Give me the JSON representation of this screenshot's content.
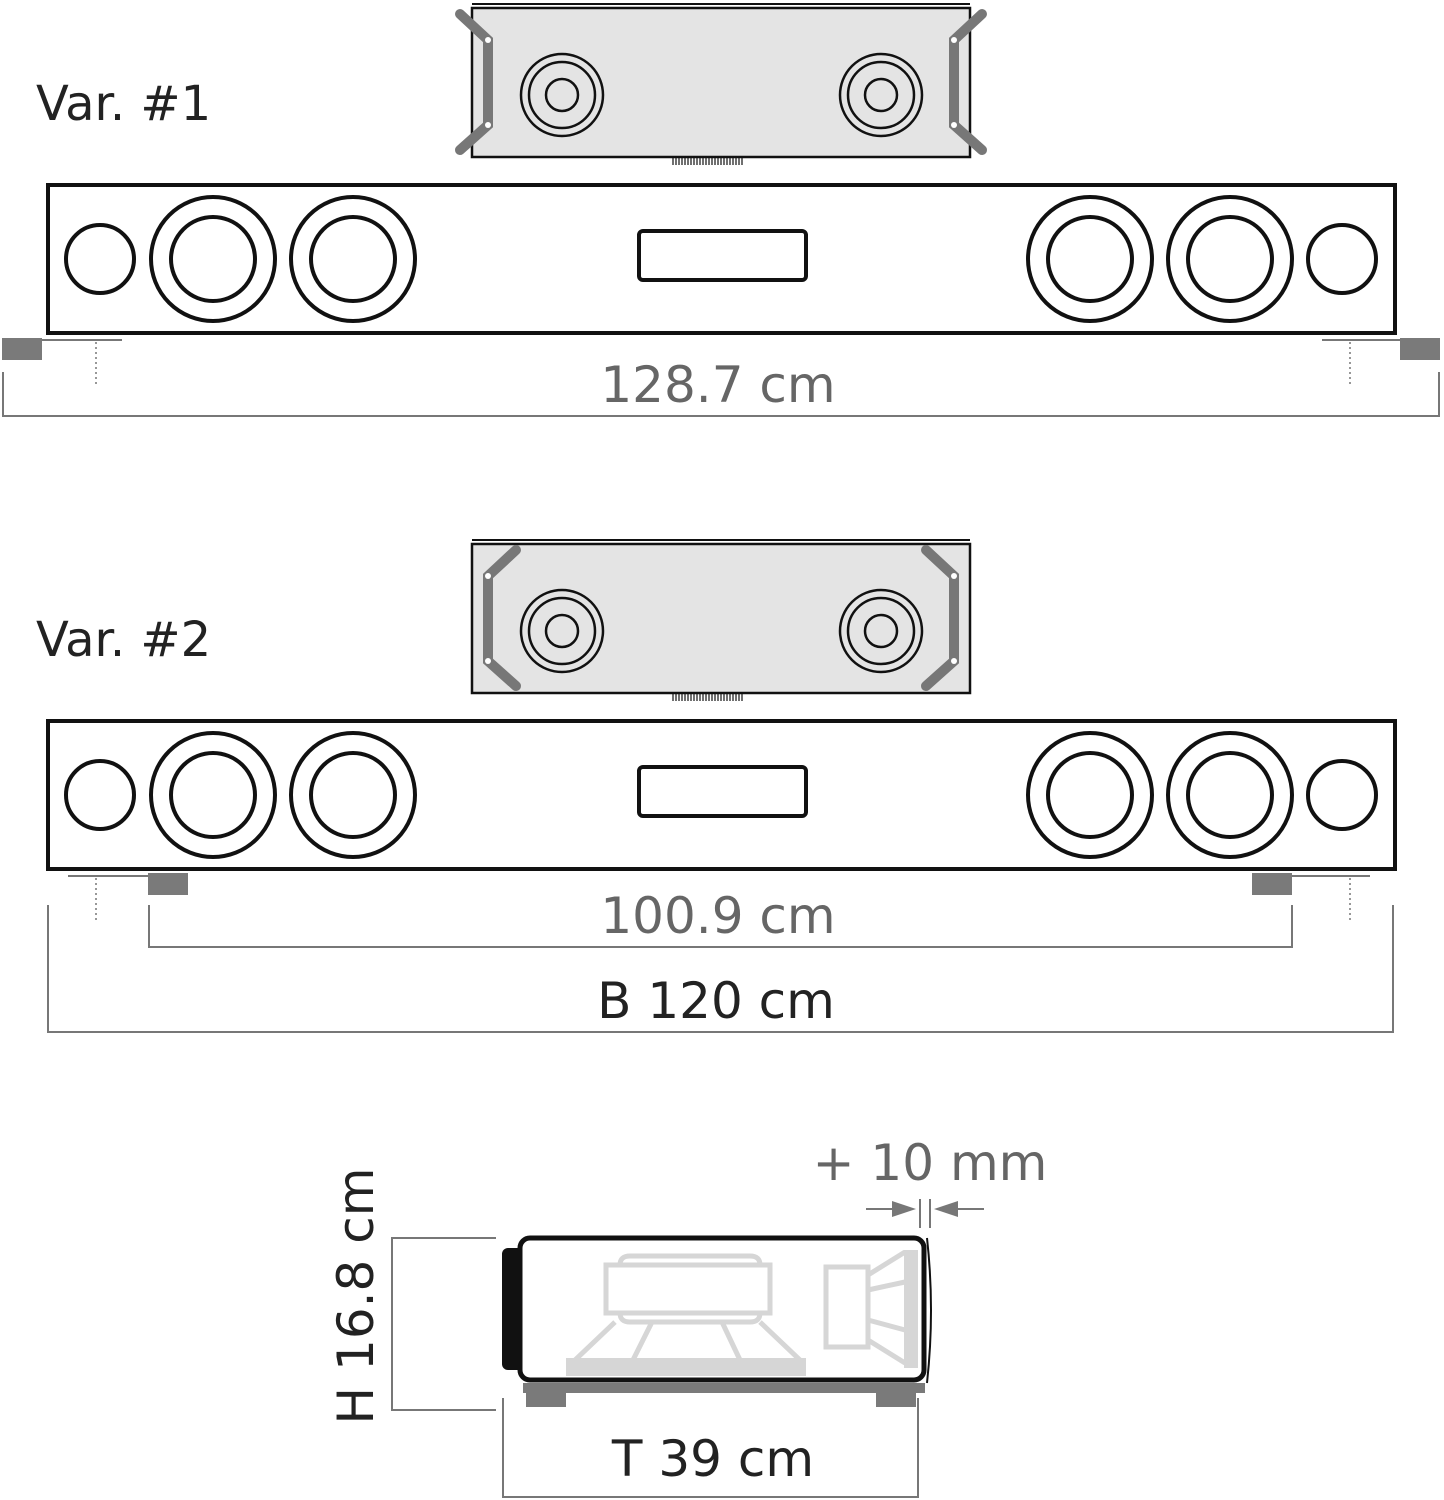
{
  "variants": [
    {
      "label": "Var. #1",
      "width_dimension": "128.7 cm"
    },
    {
      "label": "Var. #2",
      "inner_dimension": "100.9 cm",
      "total_width": "B 120 cm"
    }
  ],
  "side_view": {
    "height": "H 16.8 cm",
    "depth": "T 39 cm",
    "grille_offset": "+ 10 mm"
  },
  "colors": {
    "outline": "#111111",
    "dimension": "#777777",
    "panel": "#e4e4e4",
    "foot": "#7a7a7a"
  }
}
